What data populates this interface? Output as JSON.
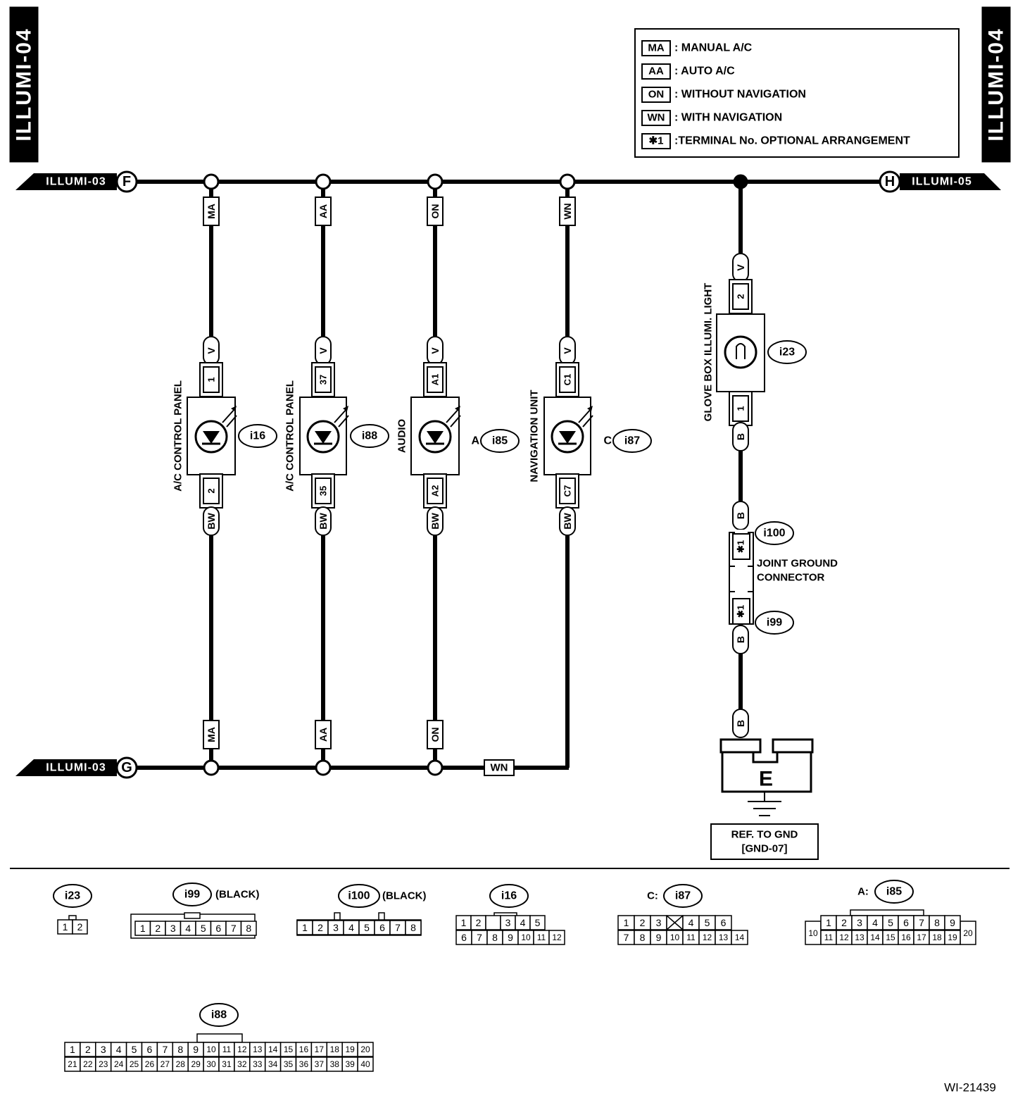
{
  "page_tag": "ILLUMI-04",
  "doc_id": "WI-21439",
  "legend": {
    "items": [
      {
        "code": "MA",
        "text": ": MANUAL A/C"
      },
      {
        "code": "AA",
        "text": ": AUTO A/C"
      },
      {
        "code": "ON",
        "text": ": WITHOUT NAVIGATION"
      },
      {
        "code": "WN",
        "text": ": WITH NAVIGATION"
      },
      {
        "code": "✱1",
        "text": ":TERMINAL No. OPTIONAL ARRANGEMENT"
      }
    ]
  },
  "refs": {
    "top_left": {
      "label": "ILLUMI-03",
      "letter": "F"
    },
    "top_right": {
      "label": "ILLUMI-05",
      "letter": "H"
    },
    "bottom_left": {
      "label": "ILLUMI-03",
      "letter": "G"
    }
  },
  "branches": [
    {
      "tag": "MA",
      "wire_top": "V",
      "pin_top": "1",
      "pin_bottom": "2",
      "wire_bottom": "BW",
      "name": "A/C CONTROL PANEL",
      "conn": "i16",
      "prefix": "",
      "bottom_tag": "MA"
    },
    {
      "tag": "AA",
      "wire_top": "V",
      "pin_top": "37",
      "pin_bottom": "35",
      "wire_bottom": "BW",
      "name": "A/C CONTROL PANEL",
      "conn": "i88",
      "prefix": "",
      "bottom_tag": "AA"
    },
    {
      "tag": "ON",
      "wire_top": "V",
      "pin_top": "A1",
      "pin_bottom": "A2",
      "wire_bottom": "BW",
      "name": "AUDIO",
      "conn": "i85",
      "prefix": "A:",
      "bottom_tag": "ON"
    },
    {
      "tag": "WN",
      "wire_top": "V",
      "pin_top": "C1",
      "pin_bottom": "C7",
      "wire_bottom": "BW",
      "name": "NAVIGATION UNIT",
      "conn": "i87",
      "prefix": "C:",
      "bottom_tag": "WN"
    }
  ],
  "glove": {
    "name": "GLOVE BOX ILLUMI. LIGHT",
    "conn": "i23",
    "wire_top": "V",
    "pin_top": "2",
    "pin_bottom": "1",
    "wire_mid": "B",
    "wire_joint_top": "B",
    "joint_pin_top": "✱1",
    "joint_conn_top": "i100",
    "joint_name_1": "JOINT GROUND",
    "joint_name_2": "CONNECTOR",
    "joint_pin_bottom": "✱1",
    "joint_conn_bottom": "i99",
    "wire_joint_bottom": "B",
    "wire_ground": "B",
    "ground_letter": "E",
    "ref_1": "REF. TO GND",
    "ref_2": "[GND-07]"
  },
  "connectors": {
    "i23": {
      "id": "i23",
      "pins": [
        "1",
        "2"
      ]
    },
    "i99": {
      "id": "i99",
      "note": "(BLACK)",
      "pins": [
        "1",
        "2",
        "3",
        "4",
        "5",
        "6",
        "7",
        "8"
      ]
    },
    "i100": {
      "id": "i100",
      "note": "(BLACK)",
      "pins": [
        "1",
        "2",
        "3",
        "4",
        "5",
        "6",
        "7",
        "8"
      ]
    },
    "i16": {
      "id": "i16",
      "row1": [
        "1",
        "2",
        "",
        "3",
        "4",
        "5"
      ],
      "row2": [
        "6",
        "7",
        "8",
        "9",
        "10",
        "11",
        "12"
      ]
    },
    "i87": {
      "prefix": "C:",
      "id": "i87",
      "row1": [
        "1",
        "2",
        "3",
        "",
        "4",
        "5",
        "6"
      ],
      "row2": [
        "7",
        "8",
        "9",
        "10",
        "11",
        "12",
        "13",
        "14"
      ]
    },
    "i85": {
      "prefix": "A:",
      "id": "i85",
      "row1": [
        "1",
        "2",
        "3",
        "4",
        "5",
        "6",
        "7",
        "8",
        "9"
      ],
      "row2": [
        "11",
        "12",
        "13",
        "14",
        "15",
        "16",
        "17",
        "18",
        "19"
      ],
      "left": "10",
      "right": "20"
    },
    "i88": {
      "id": "i88",
      "row1": [
        "1",
        "2",
        "3",
        "4",
        "5",
        "6",
        "7",
        "8",
        "9",
        "10",
        "11",
        "12",
        "13",
        "14",
        "15",
        "16",
        "17",
        "18",
        "19",
        "20"
      ],
      "row2": [
        "21",
        "22",
        "23",
        "24",
        "25",
        "26",
        "27",
        "28",
        "29",
        "30",
        "31",
        "32",
        "33",
        "34",
        "35",
        "36",
        "37",
        "38",
        "39",
        "40"
      ]
    }
  }
}
